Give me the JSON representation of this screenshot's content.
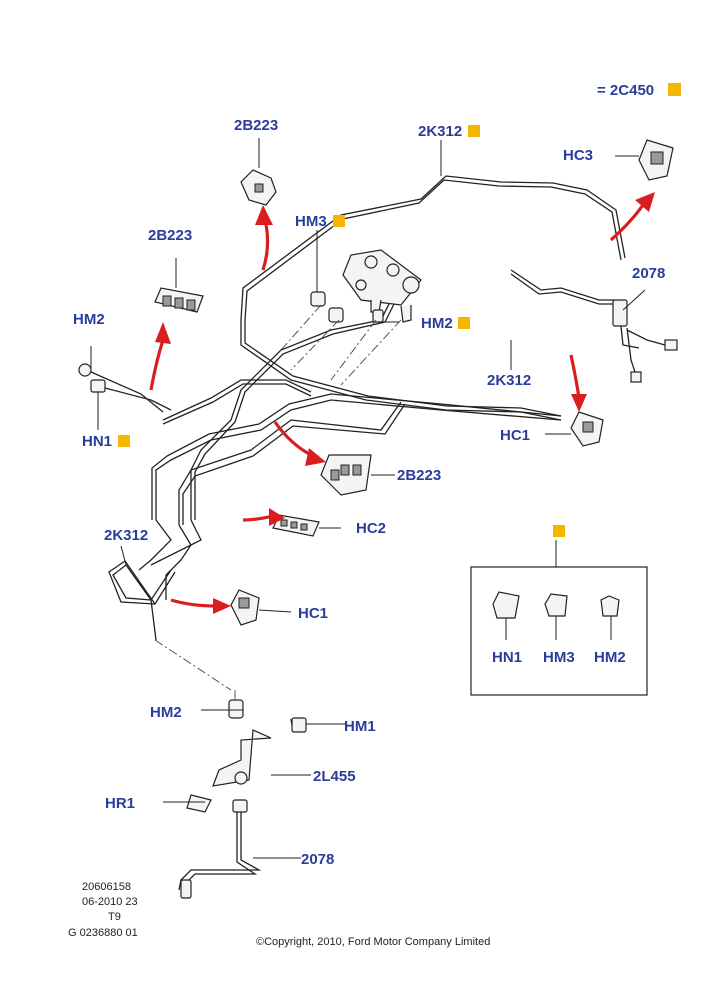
{
  "legend": {
    "equals_text": "= 2C450",
    "color": "#f5b400"
  },
  "labels": {
    "hc3": "HC3",
    "l2k312_top": "2K312",
    "l2b223_top": "2B223",
    "hm3": "HM3",
    "l2b223_left": "2B223",
    "hm2_left": "HM2",
    "hn1": "HN1",
    "hm2_center": "HM2",
    "l2078_right": "2078",
    "l2k312_right": "2K312",
    "hc1_right": "HC1",
    "l2b223_mid": "2B223",
    "hc2": "HC2",
    "l2k312_left": "2K312",
    "hc1_left": "HC1",
    "hm2_lower": "HM2",
    "hm1": "HM1",
    "l2l455": "2L455",
    "hr1": "HR1",
    "l2078_bottom": "2078",
    "box_hn1": "HN1",
    "box_hm3": "HM3",
    "box_hm2": "HM2"
  },
  "reference": {
    "line1": "20606158",
    "line2": "06-2010 23",
    "line3": "T9",
    "line4": "G 0236880 01"
  },
  "copyright": "©Copyright, 2010, Ford Motor Company Limited",
  "colors": {
    "label_blue": "#2a3d9c",
    "arrow_red": "#d81e1e",
    "marker_orange": "#f5b400"
  }
}
